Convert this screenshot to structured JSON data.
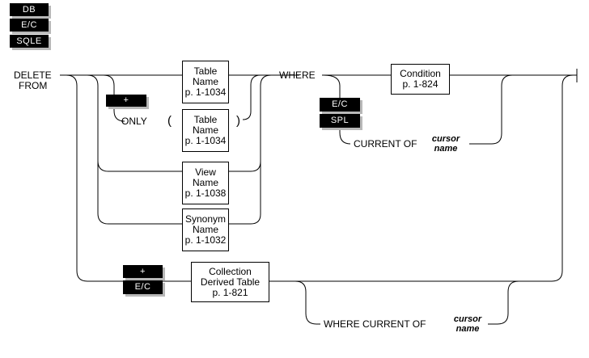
{
  "product_badges": [
    "DB",
    "E/C",
    "SQLE"
  ],
  "keywords": {
    "delete_from": [
      "DELETE",
      "FROM"
    ],
    "only": "ONLY",
    "open_paren": "(",
    "close_paren": ")",
    "where": "WHERE",
    "current_of": "CURRENT OF",
    "where_current_of": "WHERE CURRENT OF"
  },
  "boxes": {
    "table_name_1": [
      "Table",
      "Name",
      "p. 1-1034"
    ],
    "table_name_2": [
      "Table",
      "Name",
      "p. 1-1034"
    ],
    "view_name": [
      "View",
      "Name",
      "p. 1-1038"
    ],
    "synonym_name": [
      "Synonym",
      "Name",
      "p. 1-1032"
    ],
    "condition": [
      "Condition",
      "p. 1-824"
    ],
    "collection_derived_table": [
      "Collection",
      "Derived Table",
      "p. 1-821"
    ]
  },
  "variables": {
    "cursor_name_1": [
      "cursor",
      "name"
    ],
    "cursor_name_2": [
      "cursor",
      "name"
    ]
  },
  "badges": {
    "only_plus": "+",
    "where_ec": "E/C",
    "where_spl": "SPL",
    "collection_plus": "+",
    "collection_ec": "E/C"
  }
}
